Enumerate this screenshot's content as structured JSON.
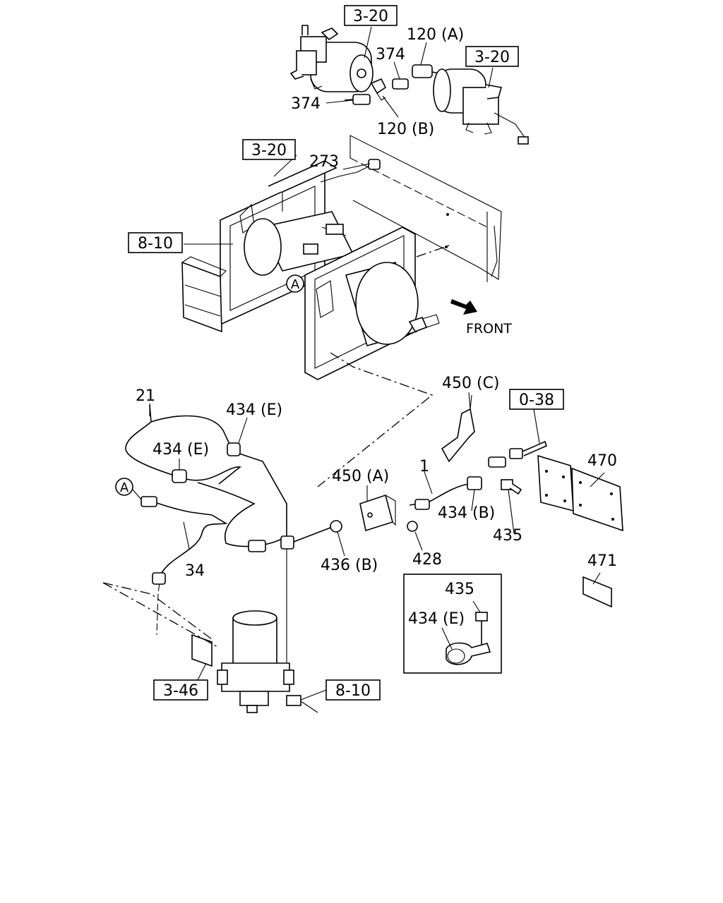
{
  "refs": {
    "r320_top": "3-20",
    "r320_right": "3-20",
    "r320_mid": "3-20",
    "r810_left": "8-10",
    "r038": "0-38",
    "r346": "3-46",
    "r810_bottom": "8-10"
  },
  "labels": {
    "p120a": "120 (A)",
    "p374_upper": "374",
    "p374_left": "374",
    "p120b": "120 (B)",
    "p273": "273",
    "front": "FRONT",
    "callout_a_mid": "A",
    "callout_a_left": "A",
    "p21": "21",
    "p434e_upper": "434 (E)",
    "p434e_mid": "434 (E)",
    "p34": "34",
    "p450c": "450 (C)",
    "p450a": "450 (A)",
    "p1": "1",
    "p434b": "434 (B)",
    "p435": "435",
    "p436b": "436 (B)",
    "p428": "428",
    "p470": "470",
    "p471": "471",
    "detail_435": "435",
    "detail_434e": "434 (E)"
  }
}
